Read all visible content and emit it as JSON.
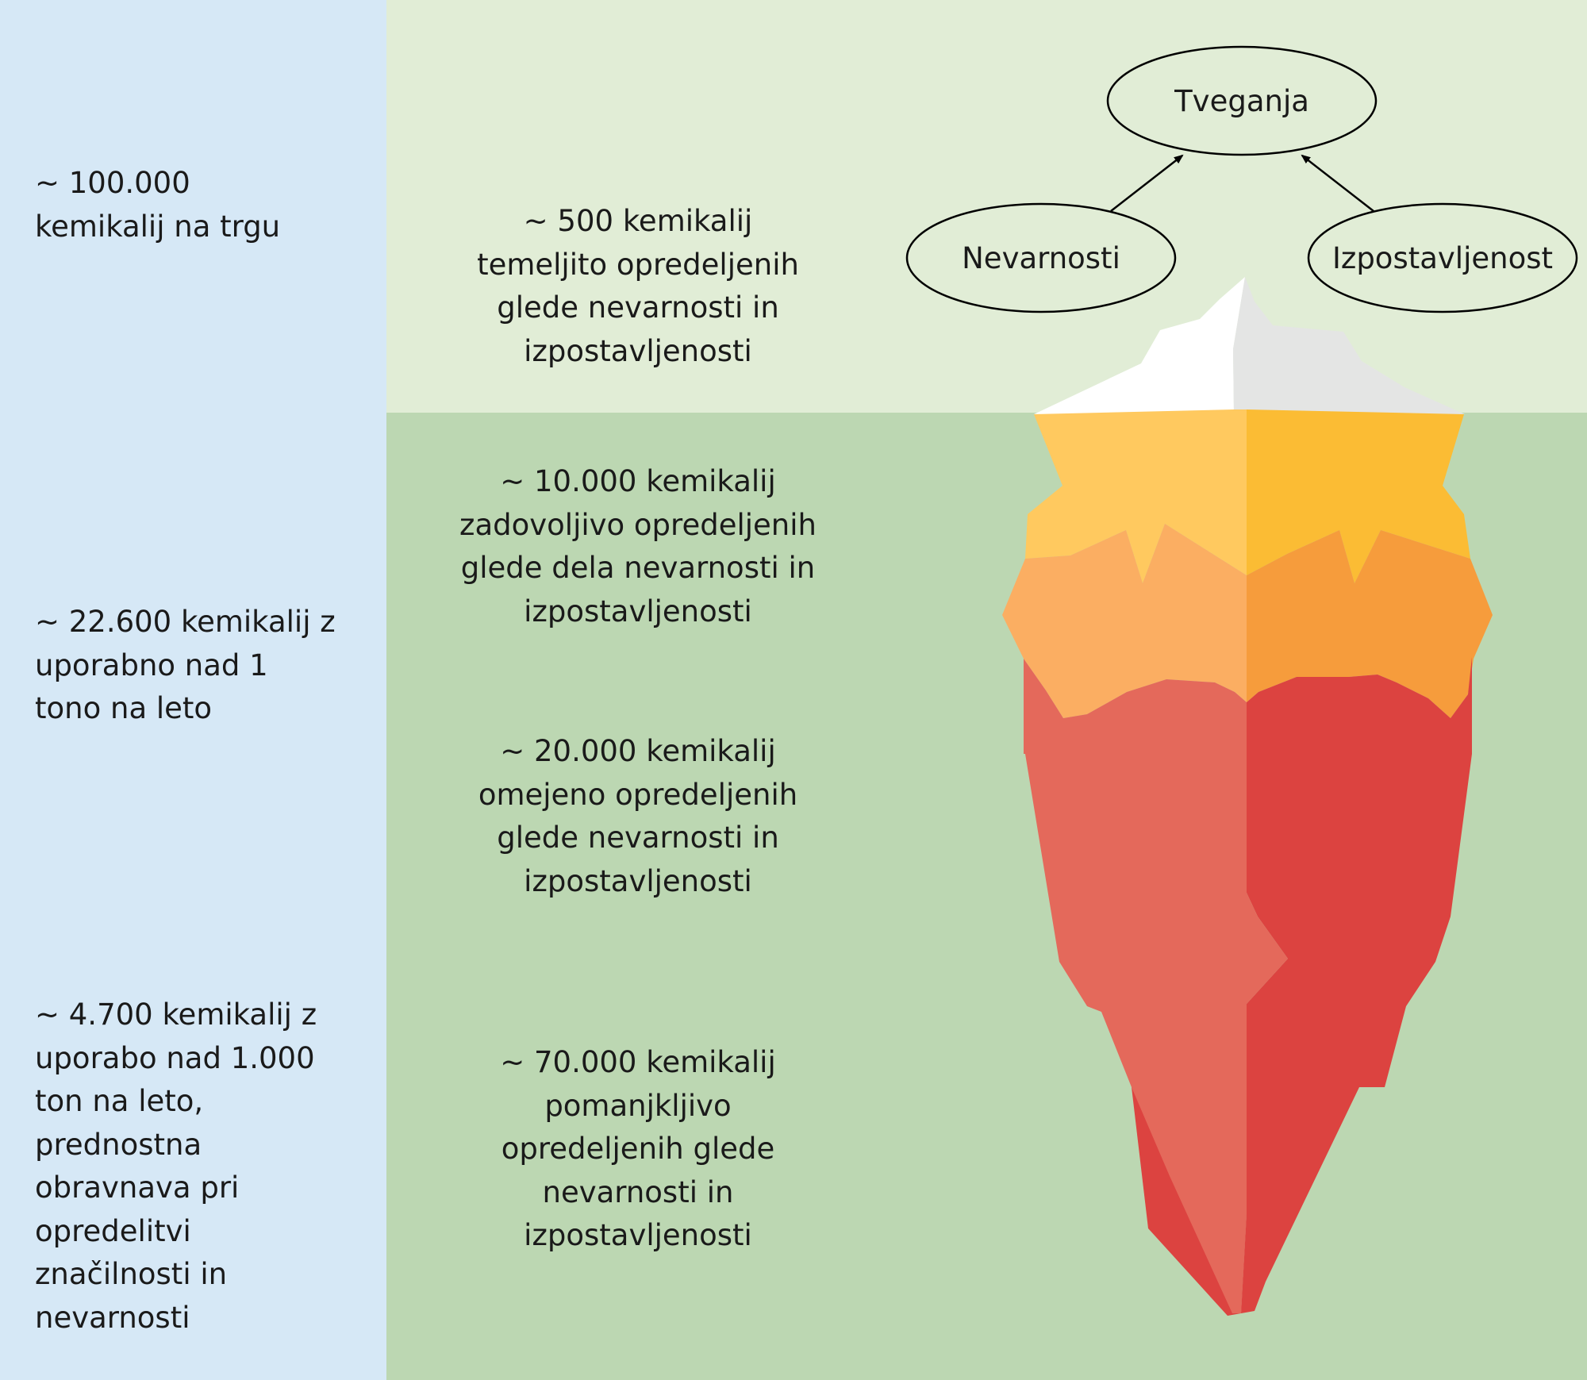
{
  "left_column": {
    "market_total": "~ 100.000\nkemikalij na trgu",
    "over_1_tonne": "~ 22.600 kemikalij z\nuporabno nad 1\ntono na leto",
    "over_1000_tonnes": "~ 4.700 kemikalij z\nuporabo nad 1.000\nton na leto,\nprednostna\nobravnava pri\nopredelitvi\nznačilnosti in\nnevarnosti"
  },
  "center_column": {
    "tip": "~ 500 kemikalij\ntemeljito opredeljenih\nglede nevarnosti in\nizpostavljenosti",
    "layer_1": "~ 10.000 kemikalij\nzadovoljivo opredeljenih\nglede dela nevarnosti in\nizpostavljenosti",
    "layer_2": "~ 20.000 kemikalij\nomejeno opredeljenih\nglede nevarnosti in\nizpostavljenosti",
    "layer_3": "~ 70.000 kemikalij\npomanjkljivo\nopredeljenih glede\nnevarnosti in\nizpostavljenosti"
  },
  "risk_diagram": {
    "top_node": "Tveganja",
    "left_node": "Nevarnosti",
    "right_node": "Izpostavljenost"
  },
  "colors": {
    "left_panel": "#d6e8f6",
    "sky": "#e1edd6",
    "water": "#bcd7b2",
    "ice_light": "#ffffff",
    "ice_shade": "#e4e5e4",
    "yellow_light": "#ffc95f",
    "yellow_dark": "#fbbc34",
    "orange_light": "#fbae62",
    "orange_dark": "#f69c3c",
    "red_light": "#e4695b",
    "red_dark": "#dc4340"
  }
}
